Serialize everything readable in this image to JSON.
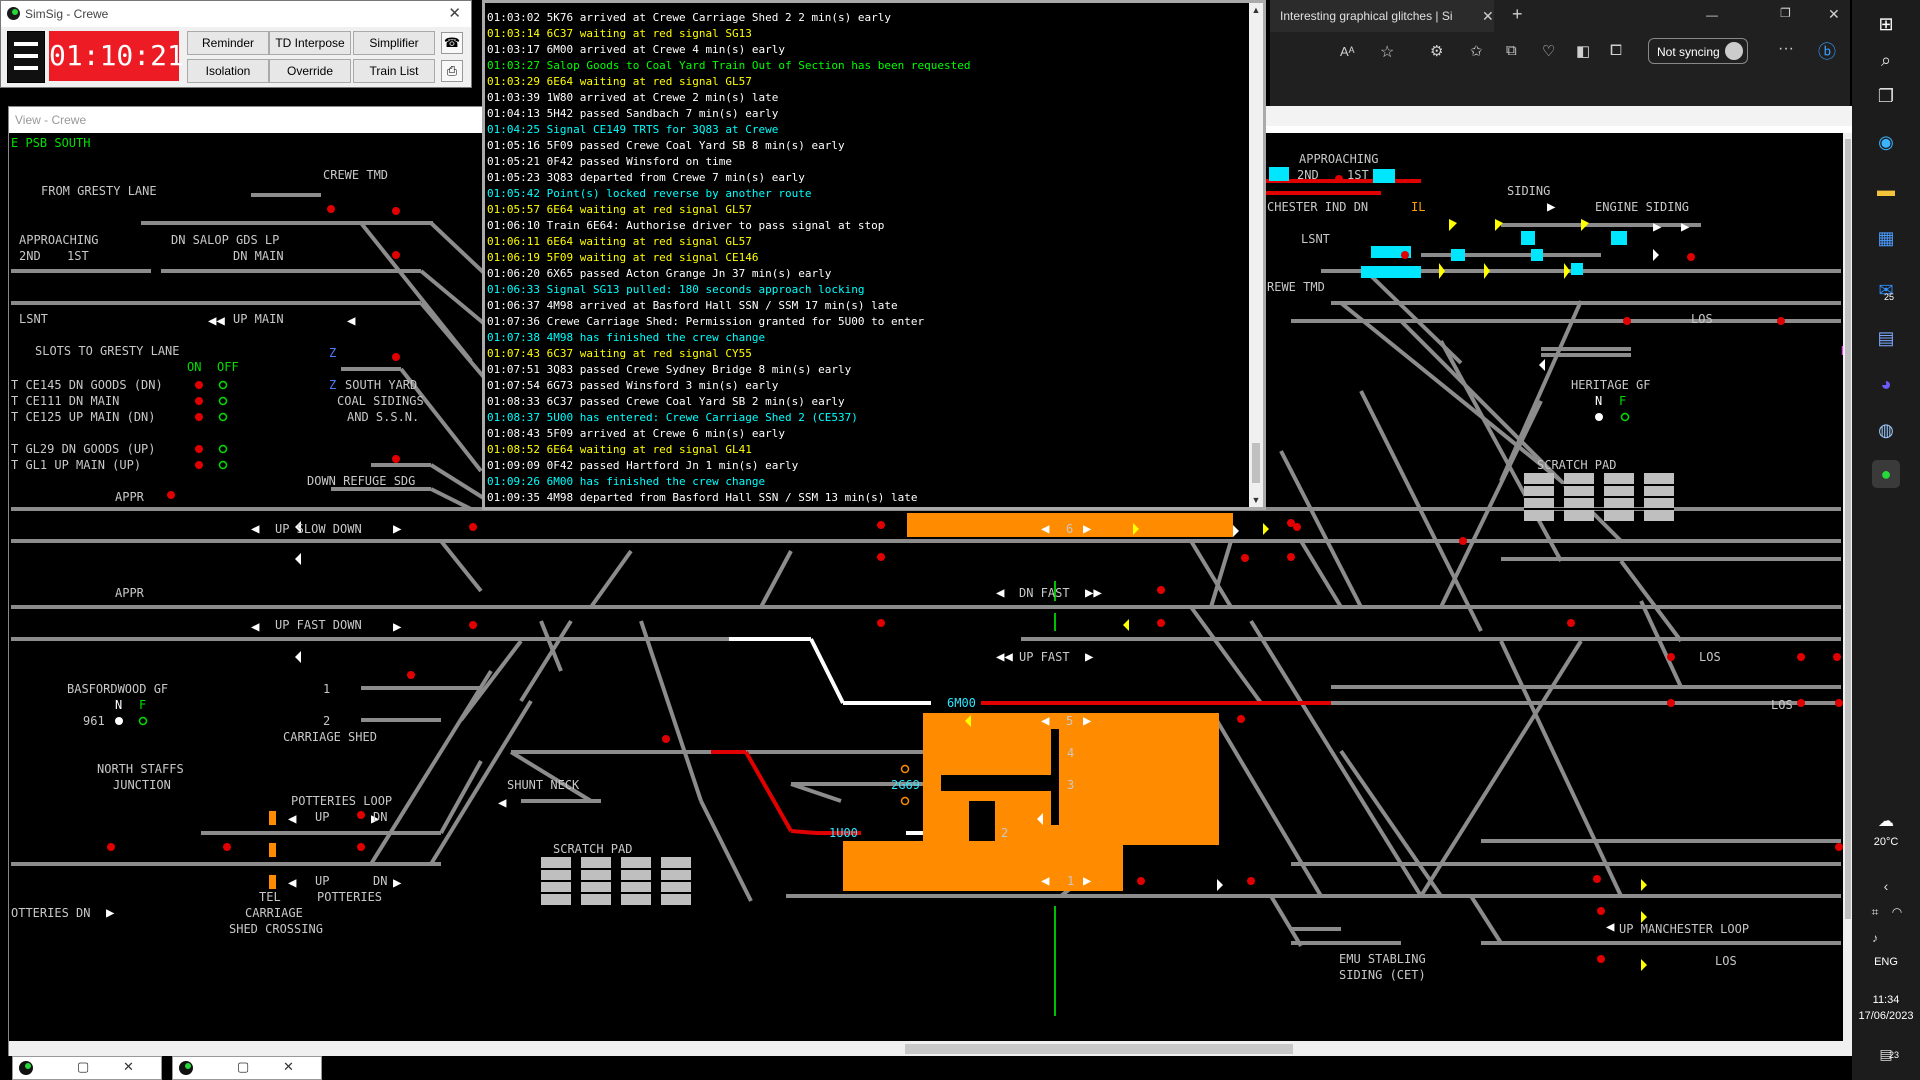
{
  "view_window": {
    "title": "View - Crewe",
    "labels": [
      {
        "id": "e-psb-south",
        "text": "E PSB SOUTH",
        "c": "#00e000"
      },
      {
        "id": "crewe-tmd",
        "text": "CREWE TMD"
      },
      {
        "id": "from-gresty-lane",
        "text": "FROM GRESTY LANE"
      },
      {
        "id": "approaching",
        "text": "APPROACHING"
      },
      {
        "id": "second",
        "text": "2ND"
      },
      {
        "id": "first",
        "text": "1ST"
      },
      {
        "id": "dn-salop-gds-lp",
        "text": "DN SALOP GDS LP"
      },
      {
        "id": "dn-main",
        "text": "DN MAIN"
      },
      {
        "id": "lsnt",
        "text": "LSNT"
      },
      {
        "id": "up-main",
        "text": "UP MAIN"
      },
      {
        "id": "slots-to-gresty-lane",
        "text": "SLOTS TO GRESTY LANE"
      },
      {
        "id": "on",
        "text": "ON",
        "c": "#00e000"
      },
      {
        "id": "off",
        "text": "OFF",
        "c": "#00e000"
      },
      {
        "id": "slot-ce145",
        "text": "T CE145 DN GOODS (DN)"
      },
      {
        "id": "slot-ce111",
        "text": "T CE111 DN MAIN"
      },
      {
        "id": "slot-ce125",
        "text": "T CE125 UP MAIN (DN)"
      },
      {
        "id": "slot-gl29",
        "text": "T GL29 DN GOODS (UP)"
      },
      {
        "id": "slot-gl1",
        "text": "T GL1 UP MAIN (UP)"
      },
      {
        "id": "z1",
        "text": "Z",
        "c": "#4a7dff"
      },
      {
        "id": "z2",
        "text": "Z",
        "c": "#4a7dff"
      },
      {
        "id": "south-yard",
        "text": "SOUTH YARD"
      },
      {
        "id": "coal-sidings",
        "text": "COAL SIDINGS"
      },
      {
        "id": "and-ssn",
        "text": "AND S.S.N."
      },
      {
        "id": "down-refuge-sdg",
        "text": "DOWN REFUGE SDG"
      },
      {
        "id": "appr1",
        "text": "APPR"
      },
      {
        "id": "up-slow-down",
        "text": "UP SLOW DOWN"
      },
      {
        "id": "appr2",
        "text": "APPR"
      },
      {
        "id": "up-fast-down",
        "text": "UP FAST DOWN"
      },
      {
        "id": "basfordwood-gf",
        "text": "BASFORDWOOD GF"
      },
      {
        "id": "n1",
        "text": "N",
        "c": "#fff"
      },
      {
        "id": "f1",
        "text": "F",
        "c": "#00e000"
      },
      {
        "id": "sig-961",
        "text": "961"
      },
      {
        "id": "one-a",
        "text": "1"
      },
      {
        "id": "two-a",
        "text": "2"
      },
      {
        "id": "carriage-shed",
        "text": "CARRIAGE SHED"
      },
      {
        "id": "north-staffs",
        "text": "NORTH STAFFS"
      },
      {
        "id": "junction",
        "text": "JUNCTION"
      },
      {
        "id": "potteries-loop",
        "text": "POTTERIES LOOP"
      },
      {
        "id": "up1",
        "text": "UP"
      },
      {
        "id": "dn1",
        "text": "DN"
      },
      {
        "id": "shunt-neck",
        "text": "SHUNT NECK"
      },
      {
        "id": "scratch-pad-1",
        "text": "SCRATCH PAD"
      },
      {
        "id": "up2",
        "text": "UP"
      },
      {
        "id": "dn2",
        "text": "DN"
      },
      {
        "id": "potteries",
        "text": "POTTERIES"
      },
      {
        "id": "tel",
        "text": "TEL"
      },
      {
        "id": "carriage",
        "text": "CARRIAGE"
      },
      {
        "id": "shed-crossing",
        "text": "SHED CROSSING"
      },
      {
        "id": "otteries-dn",
        "text": "OTTERIES DN"
      },
      {
        "id": "dn-fast",
        "text": "DN FAST"
      },
      {
        "id": "up-fast",
        "text": "UP FAST"
      },
      {
        "id": "plat-6",
        "text": "6"
      },
      {
        "id": "plat-5",
        "text": "5"
      },
      {
        "id": "plat-4",
        "text": "4"
      },
      {
        "id": "plat-3",
        "text": "3"
      },
      {
        "id": "plat-2",
        "text": "2"
      },
      {
        "id": "plat-1",
        "text": "1"
      },
      {
        "id": "hc-6m00",
        "text": "6M00",
        "c": "#2ee6ff"
      },
      {
        "id": "hc-2g69",
        "text": "2G69",
        "c": "#2ee6ff"
      },
      {
        "id": "hc-1u00",
        "text": "1U00",
        "c": "#2ee6ff"
      },
      {
        "id": "approaching-r",
        "text": "APPROACHING"
      },
      {
        "id": "second-r",
        "text": "2ND"
      },
      {
        "id": "first-r",
        "text": "1ST"
      },
      {
        "id": "chester-ind-dn",
        "text": "CHESTER IND DN"
      },
      {
        "id": "il",
        "text": "IL",
        "c": "#ff9f00"
      },
      {
        "id": "lsnt-r",
        "text": "LSNT"
      },
      {
        "id": "siding",
        "text": "SIDING"
      },
      {
        "id": "engine-siding",
        "text": "ENGINE SIDING"
      },
      {
        "id": "crewe-tmd-r",
        "text": "REWE TMD"
      },
      {
        "id": "los1",
        "text": "LOS"
      },
      {
        "id": "heritage-gf",
        "text": "HERITAGE GF"
      },
      {
        "id": "n2",
        "text": "N",
        "c": "#fff"
      },
      {
        "id": "f2",
        "text": "F",
        "c": "#00e000"
      },
      {
        "id": "scratch-pad-2",
        "text": "SCRATCH PAD"
      },
      {
        "id": "los2",
        "text": "LOS"
      },
      {
        "id": "los3",
        "text": "LOS"
      },
      {
        "id": "up-manchester-loop",
        "text": "UP MANCHESTER LOOP"
      },
      {
        "id": "los4",
        "text": "LOS"
      },
      {
        "id": "emu-stabling",
        "text": "EMU STABLING"
      },
      {
        "id": "siding-cet",
        "text": "SIDING (CET)"
      },
      {
        "id": "n-edge",
        "text": "N",
        "c": "#ff40ff"
      }
    ]
  },
  "simsig": {
    "title": "SimSig - Crewe",
    "clock": "01:10:21",
    "buttons": {
      "reminder": "Reminder",
      "td_interpose": "TD Interpose",
      "simplifier": "Simplifier",
      "isolation": "Isolation",
      "override": "Override",
      "train_list": "Train List"
    }
  },
  "messages": [
    {
      "t": "01:03:02 5K76 arrived at Crewe Carriage Shed 2 2 min(s) early",
      "c": "#ffffff"
    },
    {
      "t": "01:03:14 6C37 waiting at red signal SG13",
      "c": "#ffff00"
    },
    {
      "t": "01:03:17 6M00 arrived at Crewe 4 min(s) early",
      "c": "#ffffff"
    },
    {
      "t": "01:03:27 Salop Goods to Coal Yard Train Out of Section has been requested",
      "c": "#00ff00"
    },
    {
      "t": "01:03:29 6E64 waiting at red signal GL57",
      "c": "#ffff00"
    },
    {
      "t": "01:03:39 1W80 arrived at Crewe 2 min(s) late",
      "c": "#ffffff"
    },
    {
      "t": "01:04:13 5H42 passed Sandbach 7 min(s) early",
      "c": "#ffffff"
    },
    {
      "t": "01:04:25 Signal CE149 TRTS for 3Q83 at Crewe",
      "c": "#00ffff"
    },
    {
      "t": "01:05:16 5F09 passed Crewe Coal Yard SB 8 min(s) early",
      "c": "#ffffff"
    },
    {
      "t": "01:05:21 0F42 passed Winsford on time",
      "c": "#ffffff"
    },
    {
      "t": "01:05:23 3Q83 departed from Crewe 7 min(s) early",
      "c": "#ffffff"
    },
    {
      "t": "01:05:42 Point(s) locked reverse by another route",
      "c": "#00ffff"
    },
    {
      "t": "01:05:57 6E64 waiting at red signal GL57",
      "c": "#ffff00"
    },
    {
      "t": "01:06:10 Train 6E64: Authorise driver to pass signal at stop",
      "c": "#ffffff"
    },
    {
      "t": "01:06:11 6E64 waiting at red signal GL57",
      "c": "#ffff00"
    },
    {
      "t": "01:06:19 5F09 waiting at red signal CE146",
      "c": "#ffff00"
    },
    {
      "t": "01:06:20 6X65 passed Acton Grange Jn 37 min(s) early",
      "c": "#ffffff"
    },
    {
      "t": "01:06:33 Signal SG13 pulled: 180 seconds approach locking",
      "c": "#00ffff"
    },
    {
      "t": "01:06:37 4M98 arrived at Basford Hall SSN / SSM 17 min(s) late",
      "c": "#ffffff"
    },
    {
      "t": "01:07:36 Crewe Carriage Shed: Permission granted for 5U00 to enter",
      "c": "#ffffff"
    },
    {
      "t": "01:07:38 4M98 has finished the crew change",
      "c": "#00ffff"
    },
    {
      "t": "01:07:43 6C37 waiting at red signal CY55",
      "c": "#ffff00"
    },
    {
      "t": "01:07:51 3Q83 passed Crewe Sydney Bridge 8 min(s) early",
      "c": "#ffffff"
    },
    {
      "t": "01:07:54 6G73 passed Winsford 3 min(s) early",
      "c": "#ffffff"
    },
    {
      "t": "01:08:33 6C37 passed Crewe Coal Yard SB 2 min(s) early",
      "c": "#ffffff"
    },
    {
      "t": "01:08:37 5U00 has entered: Crewe Carriage Shed 2 (CE537)",
      "c": "#00ffff"
    },
    {
      "t": "01:08:43 5F09 arrived at Crewe 6 min(s) early",
      "c": "#ffffff"
    },
    {
      "t": "01:08:52 6E64 waiting at red signal GL41",
      "c": "#ffff00"
    },
    {
      "t": "01:09:09 0F42 passed Hartford Jn 1 min(s) early",
      "c": "#ffffff"
    },
    {
      "t": "01:09:26 6M00 has finished the crew change",
      "c": "#00ffff"
    },
    {
      "t": "01:09:35 4M98 departed from Basford Hall SSN / SSM 13 min(s) late",
      "c": "#ffffff"
    }
  ],
  "edge": {
    "tab_title": "Interesting graphical glitches | Si",
    "sync_label": "Not syncing",
    "read_aloud": "Aᴬ"
  },
  "taskbar": {
    "weather": "20°C",
    "lang": "ENG",
    "time": "11:34",
    "date": "17/06/2023",
    "mail_badge": "25",
    "notif_count": "23"
  },
  "icons": [
    "menu-icon",
    "phone-icon",
    "print-icon",
    "close-icon",
    "windows-icon",
    "search-icon",
    "edge-icon",
    "folder-icon",
    "store-icon",
    "mail-icon",
    "steam-icon",
    "simsig-icon",
    "weather-icon",
    "wifi-icon",
    "volume-icon",
    "notification-icon"
  ]
}
